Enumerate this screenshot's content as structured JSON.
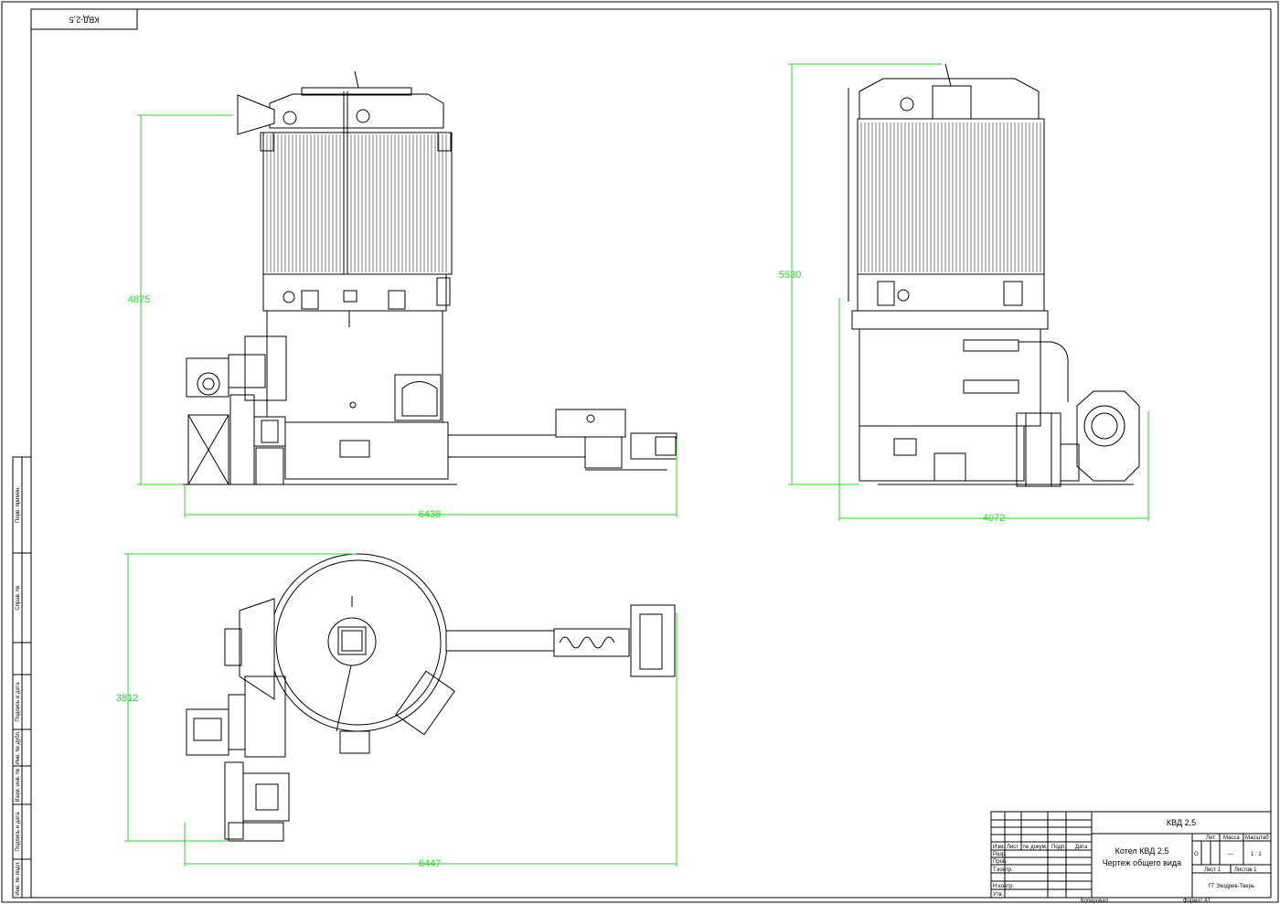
{
  "corner_code": "КВД-2,5",
  "dimensions": {
    "front_height": "4875",
    "front_width": "6438",
    "side_height": "5530",
    "side_width": "4072",
    "top_depth": "3812",
    "top_width": "6447"
  },
  "side_stamp": [
    "Перв. примен.",
    "Справ. №",
    "Подпись и дата",
    "Инв. № дубл.",
    "Взам. инв. №",
    "Подпись и дата",
    "Инв. № подл."
  ],
  "title_block": {
    "designation": "КВД 2,5",
    "name_line1": "Котел КВД 2,5",
    "name_line2": "Чертеж общего вида",
    "col_headers": [
      "Изм.",
      "Лист",
      "№ докум.",
      "Подп.",
      "Дата"
    ],
    "roles": [
      "Разр.",
      "Пров.",
      "Т.контр.",
      "Н.контр.",
      "Утв."
    ],
    "lit_label": "Лит.",
    "mass_label": "Масса",
    "scale_label": "Масштаб",
    "letter": "О",
    "mass_value": "—",
    "scale_value": "1 : 1",
    "sheet": "Лист 1",
    "sheets": "Листов 1",
    "org": "ГГ Экодрев-Тверь",
    "copied": "Копировал",
    "format": "Формат А1"
  }
}
